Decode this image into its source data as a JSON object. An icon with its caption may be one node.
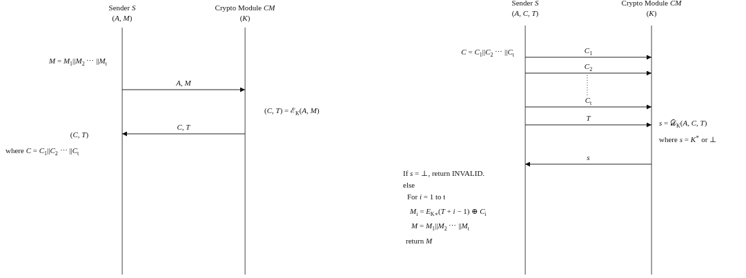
{
  "diagram": {
    "nodes": [
      {
        "text": [
          "Sender *S*",
          "(*A*, *M*)"
        ]
      },
      {
        "text": [
          "Crypto Module *CM*",
          "(*K*)"
        ]
      },
      {
        "text": [
          "Sender *S*",
          "(*A*, *C*, *T*)"
        ]
      },
      {
        "text": [
          "Crypto Module *CM*",
          "(*K*)"
        ]
      }
    ],
    "edges": [
      {
        "from": 0,
        "to": 1,
        "arrow": "to",
        "label": "*A*, *M*"
      },
      {
        "from": 1,
        "to": 0,
        "arrow": "to",
        "label": "*C*, *T*"
      },
      {
        "from": 2,
        "to": 3,
        "arrow": "to",
        "label": "*C*$_{1}$"
      },
      {
        "from": 2,
        "to": 3,
        "arrow": "to",
        "label": "*C*$_{2}$"
      },
      {
        "from": 2,
        "to": 3,
        "arrow": "to",
        "label": "*C*$_{t}$"
      },
      {
        "from": 2,
        "to": 3,
        "arrow": "to",
        "label": "*T*"
      },
      {
        "from": 3,
        "to": 2,
        "arrow": "to",
        "label": "*s*"
      }
    ],
    "labels": [
      "*M* = *M*$_{1}$||*M*$_{2}$ ⋯ ||*M*$_{t}$",
      "(*C*, *T*) = ℰ$_{K}$(*A*, *M*)",
      "(*C*, *T*)",
      "where *C* = *C*$_{1}$||*C*$_{2}$ ⋯ ||*C*$_{t}$",
      "*C* = *C*$_{1}$||*C*$_{2}$ ⋯ ||*C*$_{t}$",
      "*s* = 𝒟$_{K}$(*A*, *C*, *T*)",
      "where *s* = *K*$^{∗}$ or ⊥",
      "If *s* = ⊥, return INVALID.",
      "else",
      "For *i* = 1 to t",
      "*M*$_{i}$ = *E*$_{K∗}$(*T* + *i* − 1) ⊕ *C*$_{i}$",
      "*M* = *M*$_{1}$||*M*$_{2}$ ⋯ ||*M*$_{t}$",
      "return *M*"
    ]
  }
}
